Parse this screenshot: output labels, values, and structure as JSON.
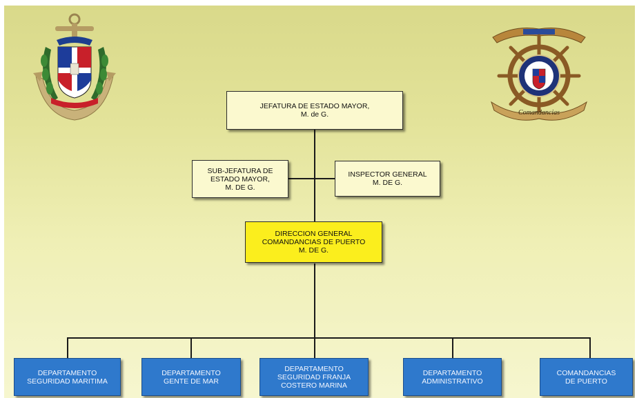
{
  "diagram": {
    "top": {
      "line1": "JEFATURA DE ESTADO MAYOR,",
      "line2": "M. de G."
    },
    "sub_jefatura": {
      "line1": "SUB-JEFATURA DE",
      "line2": "ESTADO MAYOR,",
      "line3": "M. DE G."
    },
    "inspector": {
      "line1": "INSPECTOR GENERAL",
      "line2": "M. DE G."
    },
    "direccion": {
      "line1": "DIRECCION GENERAL",
      "line2": "COMANDANCIAS DE PUERTO",
      "line3": "M. DE G."
    },
    "departments": [
      {
        "line1": "DEPARTAMENTO",
        "line2": "SEGURIDAD MARITIMA"
      },
      {
        "line1": "DEPARTAMENTO",
        "line2": "GENTE DE MAR"
      },
      {
        "line1": "DEPARTAMENTO",
        "line2": "SEGURIDAD FRANJA",
        "line3": "COSTERO MARINA"
      },
      {
        "line1": "DEPARTAMENTO",
        "line2": "ADMINISTRATIVO"
      },
      {
        "line1": "COMANDANCIAS",
        "line2": "DE PUERTO"
      }
    ]
  },
  "right_emblem": {
    "ribbon_text": "Comandancias"
  },
  "icons": {
    "left": "navy-coat-of-arms-icon",
    "right": "ship-wheel-emblem-icon"
  },
  "colors": {
    "box_light": "#fbf9cf",
    "box_highlight": "#fbee1d",
    "box_blue": "#2f79cc",
    "background": "#e3e39a"
  }
}
